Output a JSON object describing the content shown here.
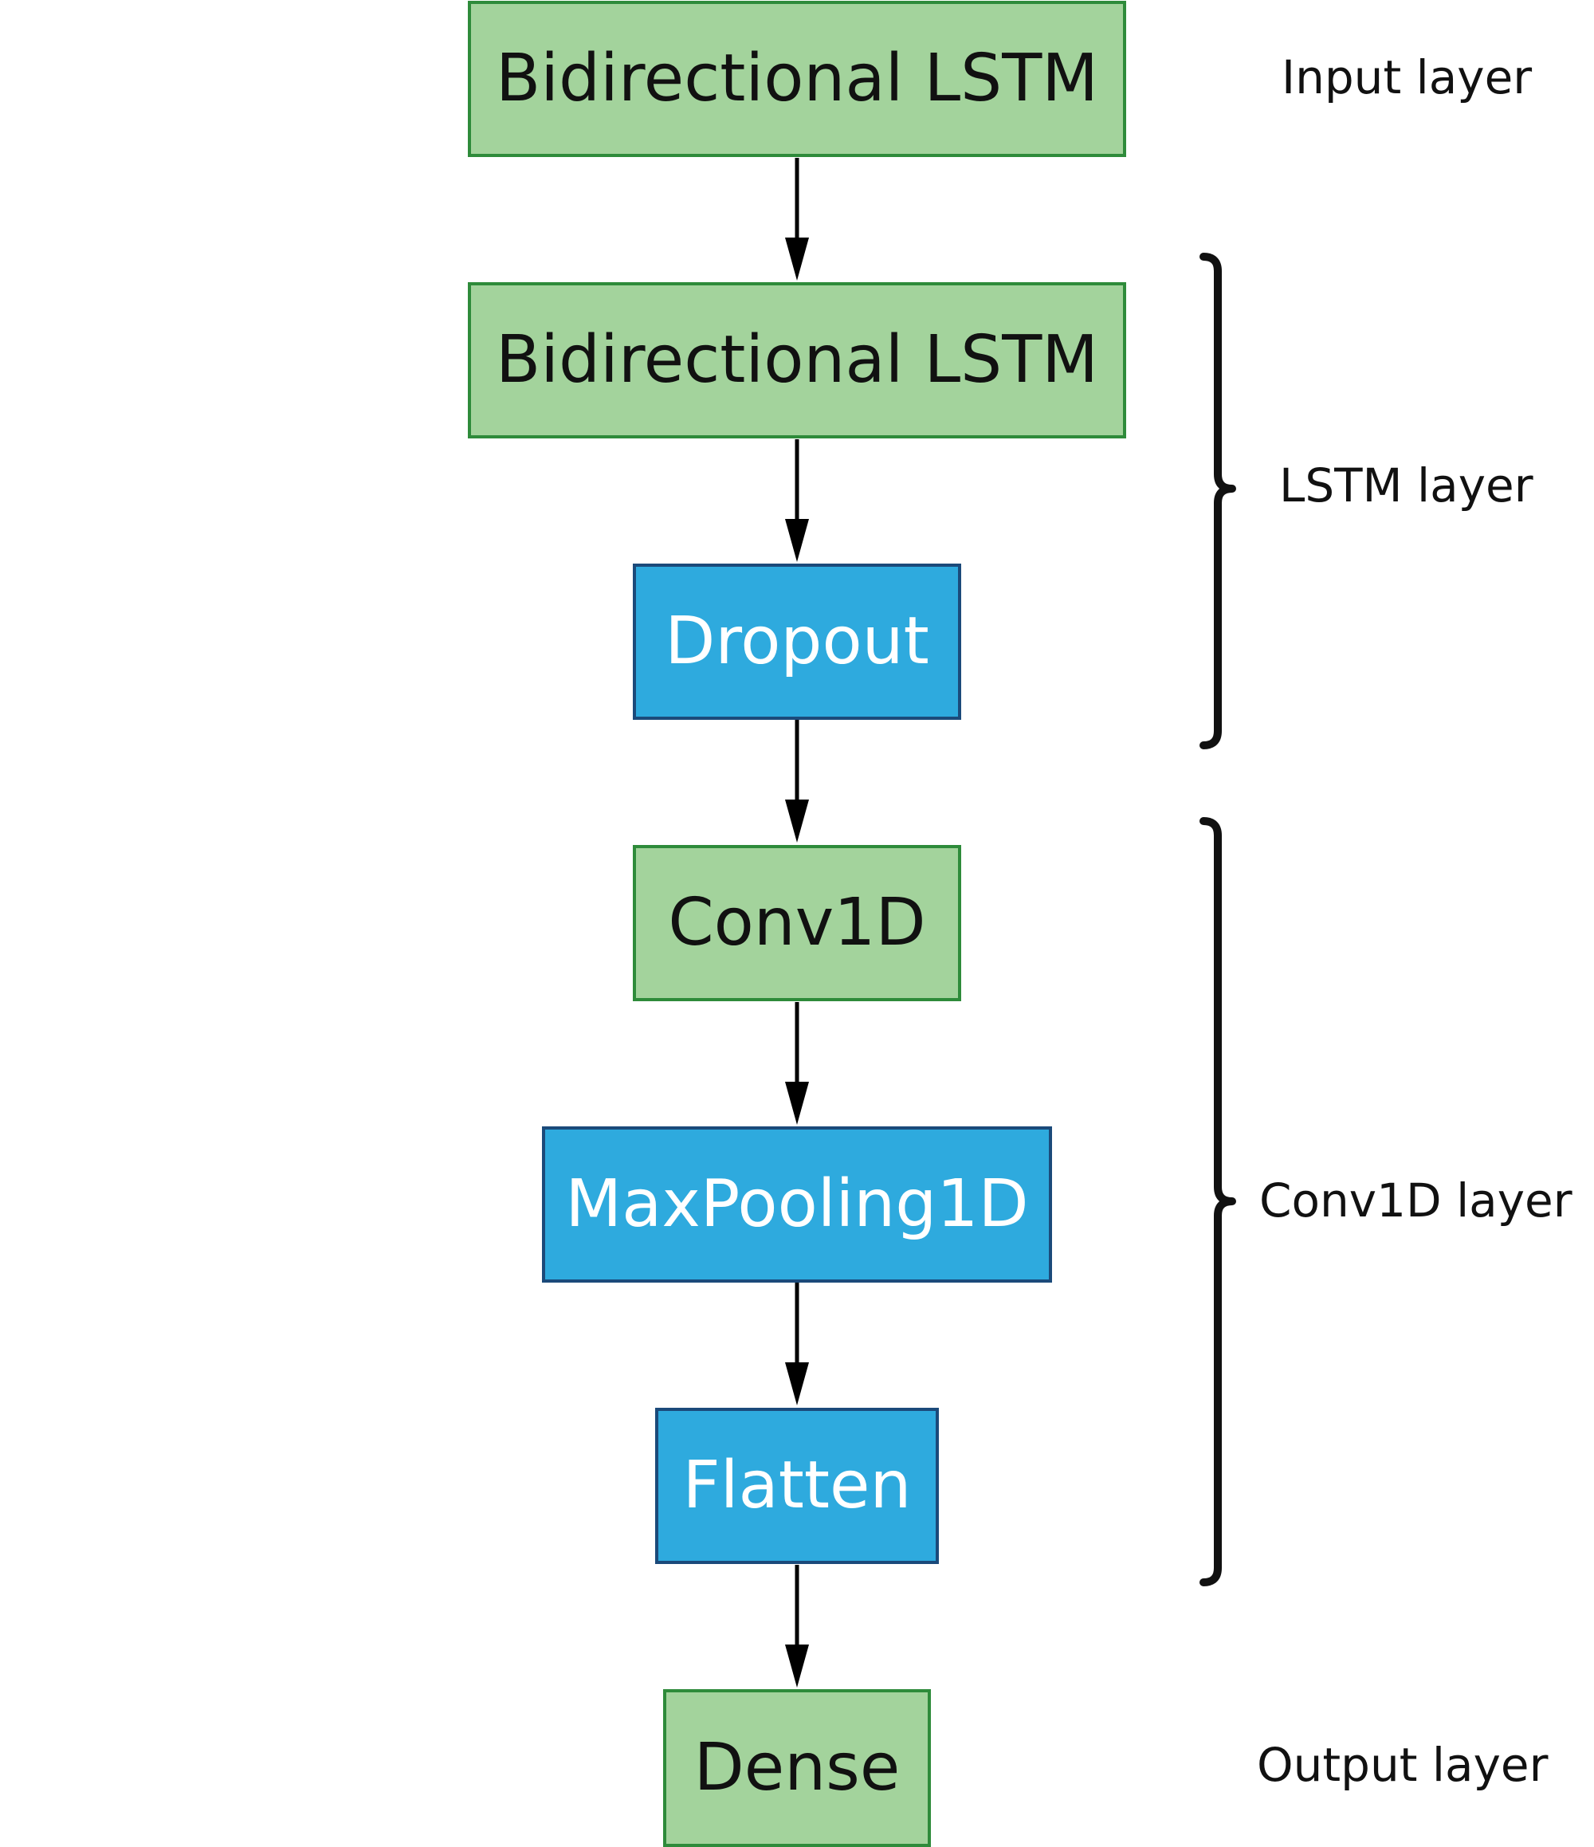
{
  "layers": [
    {
      "id": "bilstm-1",
      "label": "Bidirectional LSTM",
      "kind": "green"
    },
    {
      "id": "bilstm-2",
      "label": "Bidirectional LSTM",
      "kind": "green"
    },
    {
      "id": "dropout",
      "label": "Dropout",
      "kind": "blue"
    },
    {
      "id": "conv1d",
      "label": "Conv1D",
      "kind": "green"
    },
    {
      "id": "maxpooling1d",
      "label": "MaxPooling1D",
      "kind": "blue"
    },
    {
      "id": "flatten",
      "label": "Flatten",
      "kind": "blue"
    },
    {
      "id": "dense",
      "label": "Dense",
      "kind": "green"
    }
  ],
  "groups": {
    "input": "Input layer",
    "lstm": "LSTM layer",
    "conv1d": "Conv1D layer",
    "output": "Output layer"
  },
  "colors": {
    "green_fill": "#a3d39c",
    "green_border": "#2e8b3a",
    "blue_fill": "#2eaade",
    "blue_border": "#1b4a7a",
    "arrow": "#000000"
  }
}
